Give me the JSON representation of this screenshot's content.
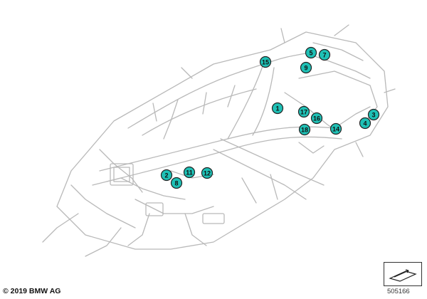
{
  "diagram": {
    "callouts": [
      "15",
      "5",
      "7",
      "9",
      "1",
      "17",
      "16",
      "3",
      "4",
      "18",
      "14",
      "2",
      "11",
      "12",
      "8"
    ],
    "callout_color": "#1fc1b6",
    "wiring_color": "#b9b9b9"
  },
  "footer": {
    "copyright": "© 2019 BMW AG",
    "figure_id": "505166",
    "icon": "document-arrow-icon"
  }
}
